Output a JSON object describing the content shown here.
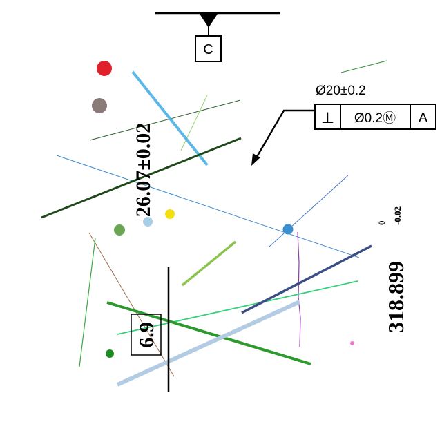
{
  "datum_feature": {
    "label": "C"
  },
  "fcf": {
    "top_tolerance": "Ø20±0.2",
    "symbol": "⊥",
    "tolerance": "Ø0.2Ⓜ",
    "datum": "A"
  },
  "dimensions": {
    "left_dim": "26.07±0.02",
    "boxed_dim": "6.9",
    "right_main": "318.899",
    "right_upper": "0",
    "right_lower": "-0.02"
  },
  "colors": {
    "red_dot": "#e0212b",
    "grey_dot": "#8a7a78",
    "sky_line": "#5bb8e6",
    "dark_green": "#1e4a1a",
    "blue_dot": "#3a8fd0",
    "navy_line": "#3b4f86",
    "light_steel": "#b3cce3",
    "mid_green": "#2e9a2e",
    "yellow_dot": "#f2e011",
    "green_dot": "#6aa552",
    "lime_line": "#8cc34e"
  }
}
